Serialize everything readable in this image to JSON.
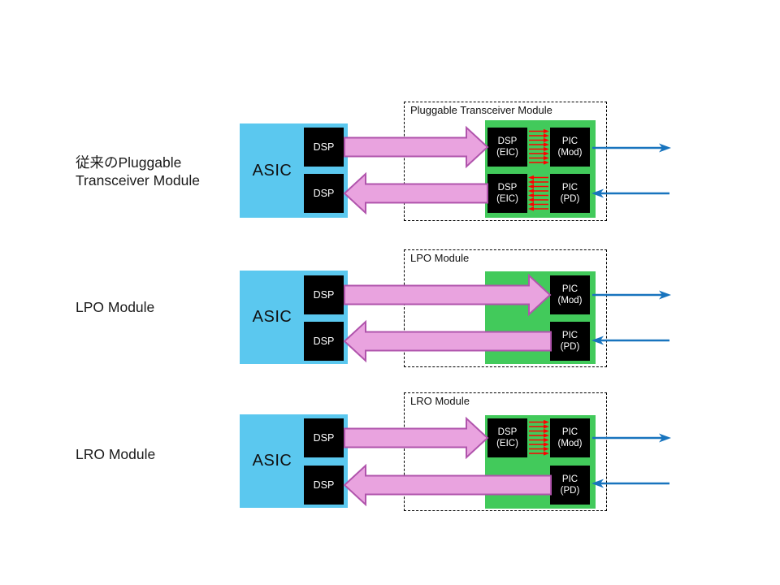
{
  "diagram": {
    "asic_label": "ASIC",
    "dsp_label": "DSP"
  },
  "colors": {
    "asic_fill": "#5bc8ef",
    "module_fill": "#42ca5b",
    "chip_fill": "#000000",
    "chip_text": "#ffffff",
    "pink_fill": "#e9a3df",
    "pink_stroke": "#b054ac",
    "blue_arrow": "#1874be",
    "red_arrow": "#ff0000"
  },
  "rows": [
    {
      "side_label_line1": "従来のPluggable",
      "side_label_line2": "Transceiver Module",
      "module_title": "Pluggable Transceiver Module",
      "chips": {
        "tx_eic_line1": "DSP",
        "tx_eic_line2": "(EIC)",
        "tx_pic_line1": "PIC",
        "tx_pic_line2": "(Mod)",
        "rx_eic_line1": "DSP",
        "rx_eic_line2": "(EIC)",
        "rx_pic_line1": "PIC",
        "rx_pic_line2": "(PD)"
      }
    },
    {
      "side_label_line1": "LPO Module",
      "side_label_line2": "",
      "module_title": "LPO Module",
      "chips": {
        "tx_pic_line1": "PIC",
        "tx_pic_line2": "(Mod)",
        "rx_pic_line1": "PIC",
        "rx_pic_line2": "(PD)"
      }
    },
    {
      "side_label_line1": "LRO Module",
      "side_label_line2": "",
      "module_title": "LRO Module",
      "chips": {
        "tx_eic_line1": "DSP",
        "tx_eic_line2": "(EIC)",
        "tx_pic_line1": "PIC",
        "tx_pic_line2": "(Mod)",
        "rx_pic_line1": "PIC",
        "rx_pic_line2": "(PD)"
      }
    }
  ]
}
